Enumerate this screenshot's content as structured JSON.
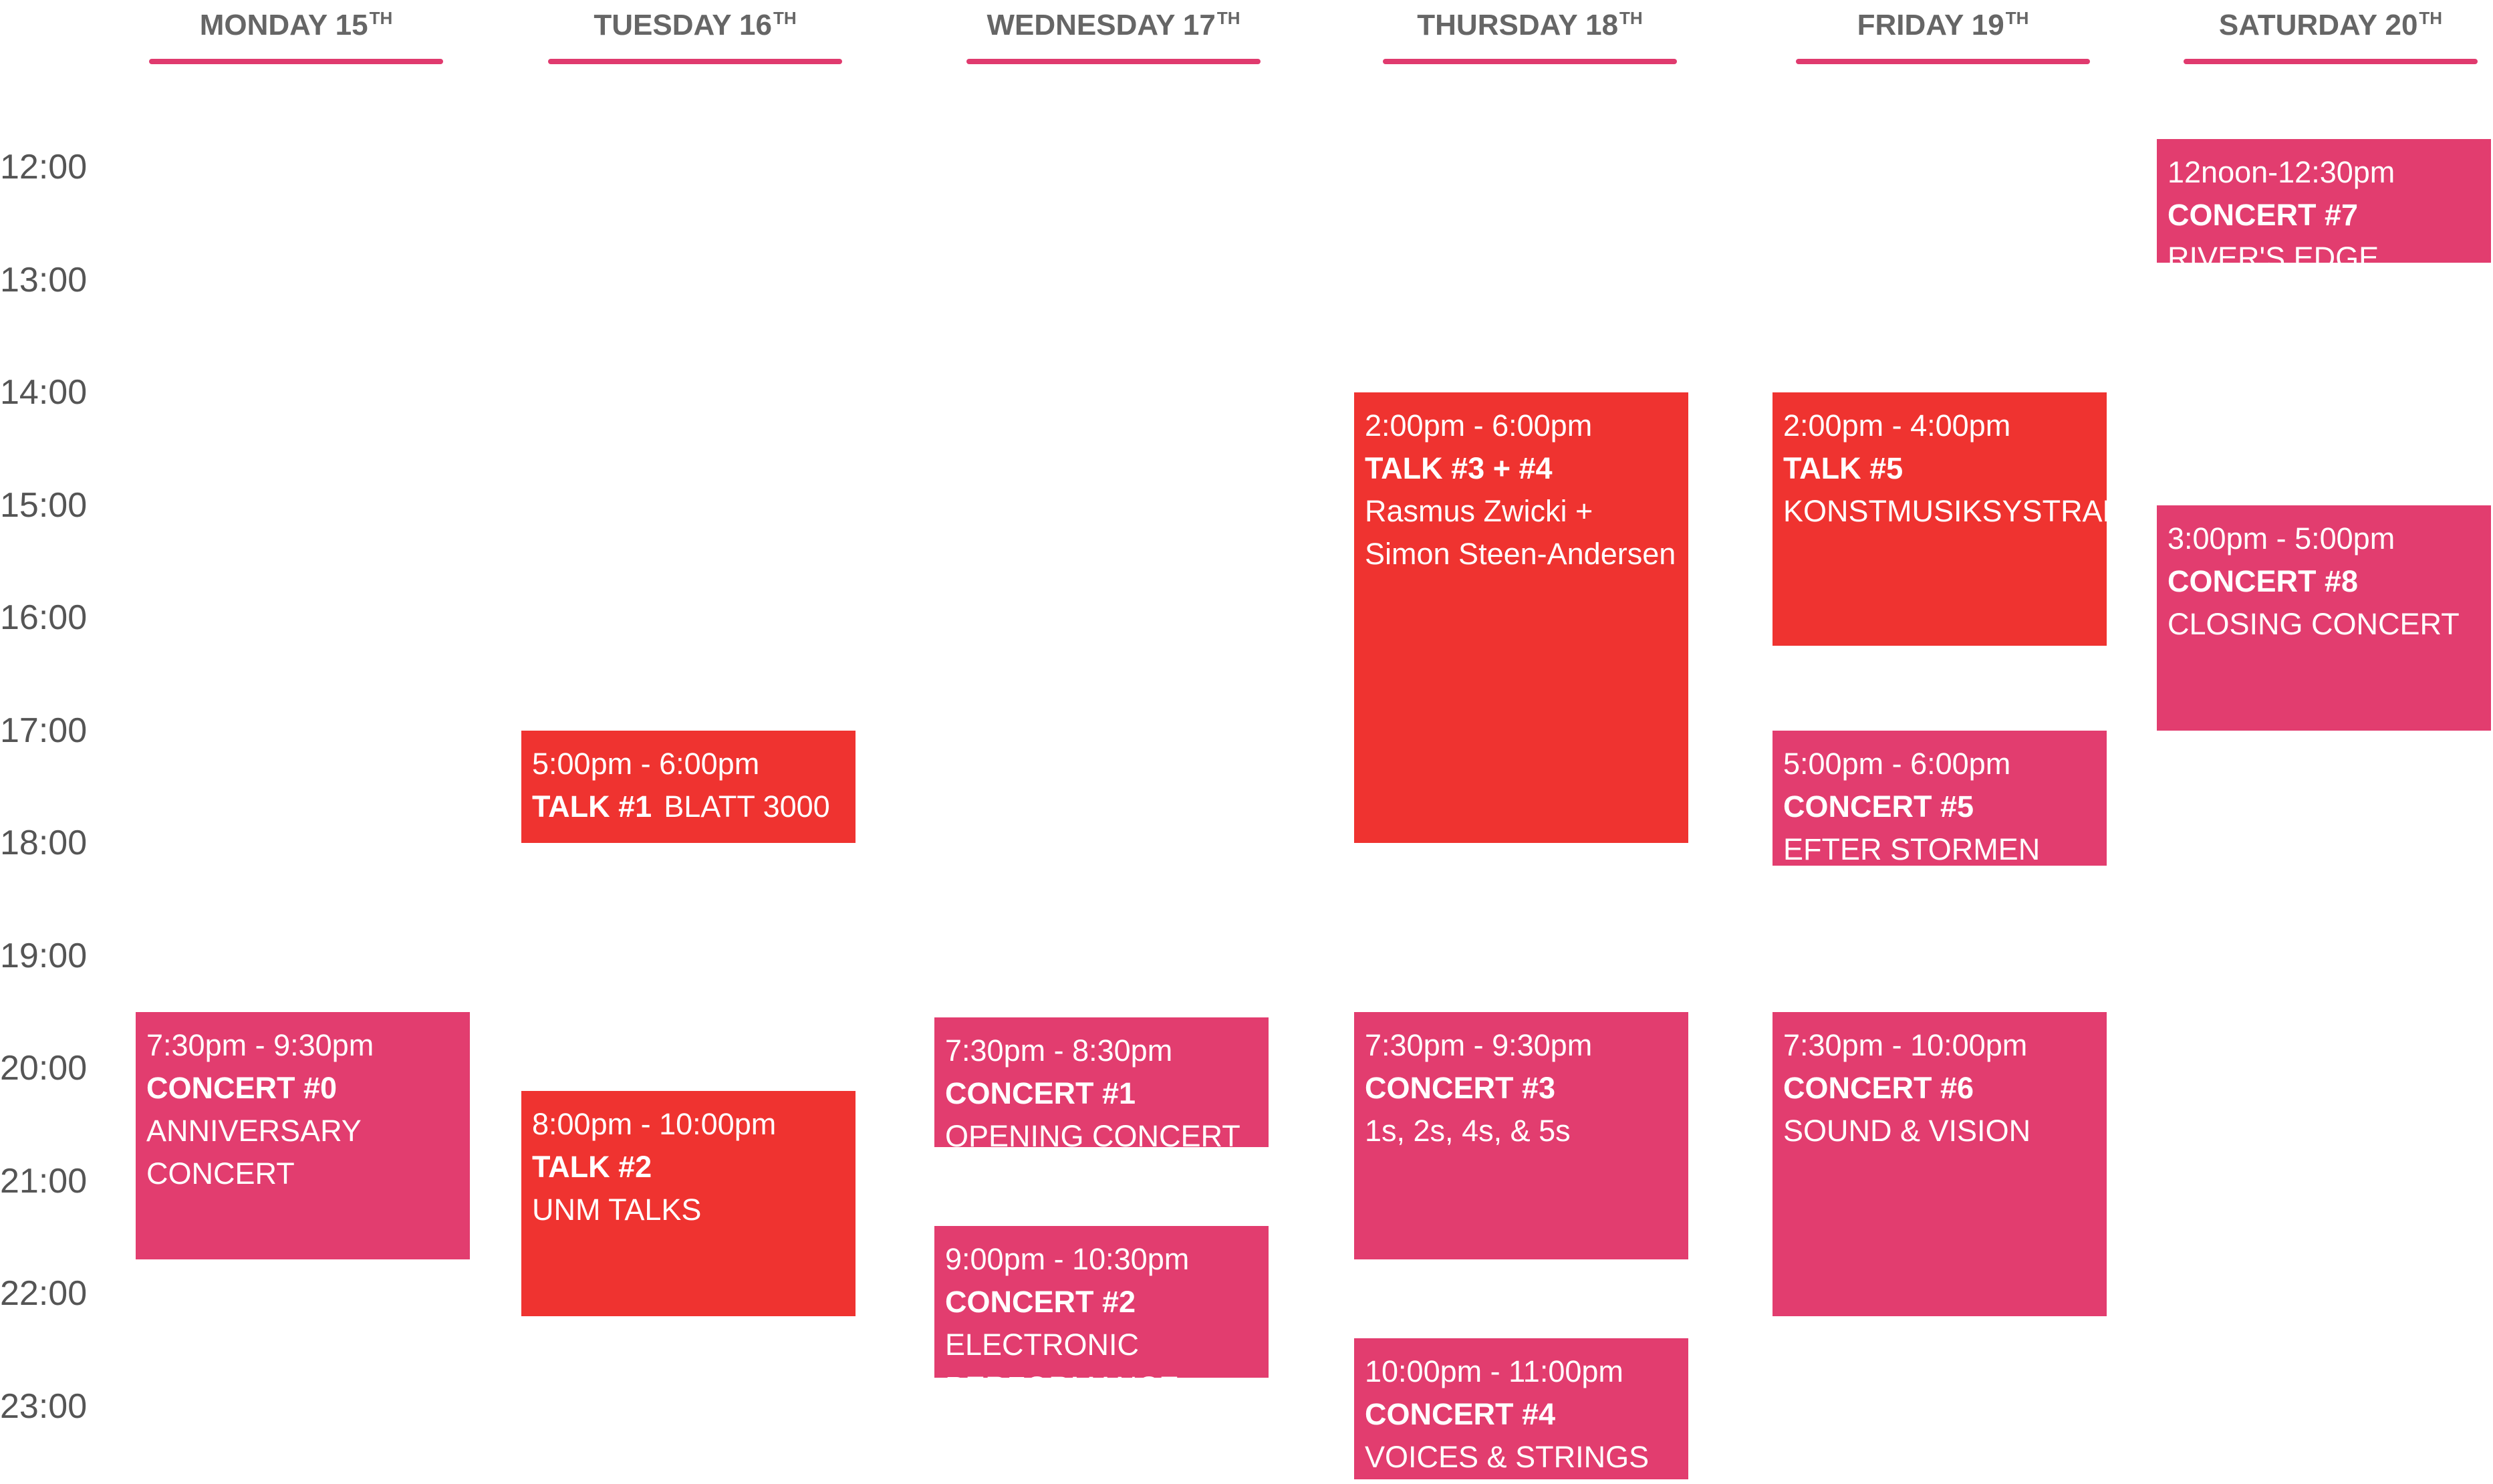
{
  "colors": {
    "concert": "#e23d6f",
    "talk": "#ef3330",
    "header_text": "#666666",
    "underline": "#e03a6e",
    "time_text": "#555555"
  },
  "days": [
    {
      "label": "MONDAY 15",
      "suffix": "TH"
    },
    {
      "label": "TUESDAY 16",
      "suffix": "TH"
    },
    {
      "label": "WEDNESDAY 17",
      "suffix": "TH"
    },
    {
      "label": "THURSDAY 18",
      "suffix": "TH"
    },
    {
      "label": "FRIDAY 19",
      "suffix": "TH"
    },
    {
      "label": "SATURDAY 20",
      "suffix": "TH"
    }
  ],
  "times": [
    "12:00",
    "13:00",
    "14:00",
    "15:00",
    "16:00",
    "17:00",
    "18:00",
    "19:00",
    "20:00",
    "21:00",
    "22:00",
    "23:00"
  ],
  "events": [
    {
      "day": 0,
      "kind": "concert",
      "start": 19.5,
      "end": 21.7,
      "time": "7:30pm - 9:30pm",
      "title": "CONCERT #0",
      "lines": [
        "ANNIVERSARY",
        "CONCERT"
      ]
    },
    {
      "day": 1,
      "kind": "talk",
      "start": 17.0,
      "end": 18.0,
      "time": "5:00pm - 6:00pm",
      "title": "TALK #1",
      "inline": "BLATT 3000"
    },
    {
      "day": 1,
      "kind": "talk",
      "start": 20.2,
      "end": 22.2,
      "time": "8:00pm - 10:00pm",
      "title": "TALK #2",
      "lines": [
        "UNM TALKS"
      ]
    },
    {
      "day": 2,
      "kind": "concert",
      "start": 19.55,
      "end": 20.7,
      "time": "7:30pm - 8:30pm",
      "title": "CONCERT #1",
      "lines": [
        "OPENING CONCERT"
      ]
    },
    {
      "day": 2,
      "kind": "concert",
      "start": 21.4,
      "end": 22.75,
      "time": "9:00pm - 10:30pm",
      "title": "CONCERT #2",
      "lines": [
        "ELECTRONIC",
        "PERFORMANCE"
      ]
    },
    {
      "day": 3,
      "kind": "talk",
      "start": 14.0,
      "end": 18.0,
      "time": "2:00pm - 6:00pm",
      "title": "TALK #3 + #4",
      "lines": [
        "Rasmus Zwicki +",
        "Simon Steen-Andersen"
      ]
    },
    {
      "day": 3,
      "kind": "concert",
      "start": 19.5,
      "end": 21.7,
      "time": "7:30pm - 9:30pm",
      "title": "CONCERT #3",
      "lines": [
        "1s, 2s, 4s, & 5s"
      ]
    },
    {
      "day": 3,
      "kind": "concert",
      "start": 22.4,
      "end": 23.65,
      "time": "10:00pm - 11:00pm",
      "title": "CONCERT #4",
      "lines": [
        "VOICES & STRINGS"
      ]
    },
    {
      "day": 4,
      "kind": "talk",
      "start": 14.0,
      "end": 16.25,
      "time": "2:00pm - 4:00pm",
      "title": "TALK #5",
      "lines": [
        "KONSTMUSIKSYSTRAR"
      ]
    },
    {
      "day": 4,
      "kind": "concert",
      "start": 17.0,
      "end": 18.2,
      "time": "5:00pm - 6:00pm",
      "title": "CONCERT #5",
      "lines": [
        "EFTER STORMEN"
      ]
    },
    {
      "day": 4,
      "kind": "concert",
      "start": 19.5,
      "end": 22.2,
      "time": "7:30pm - 10:00pm",
      "title": "CONCERT #6",
      "lines": [
        "SOUND & VISION"
      ]
    },
    {
      "day": 5,
      "kind": "concert",
      "start": 11.75,
      "end": 12.85,
      "time": "12noon-12:30pm",
      "title": "CONCERT #7",
      "lines": [
        "RIVER'S EDGE"
      ]
    },
    {
      "day": 5,
      "kind": "concert",
      "start": 15.0,
      "end": 17.0,
      "time": "3:00pm - 5:00pm",
      "title": "CONCERT #8",
      "lines": [
        "CLOSING CONCERT"
      ]
    }
  ]
}
